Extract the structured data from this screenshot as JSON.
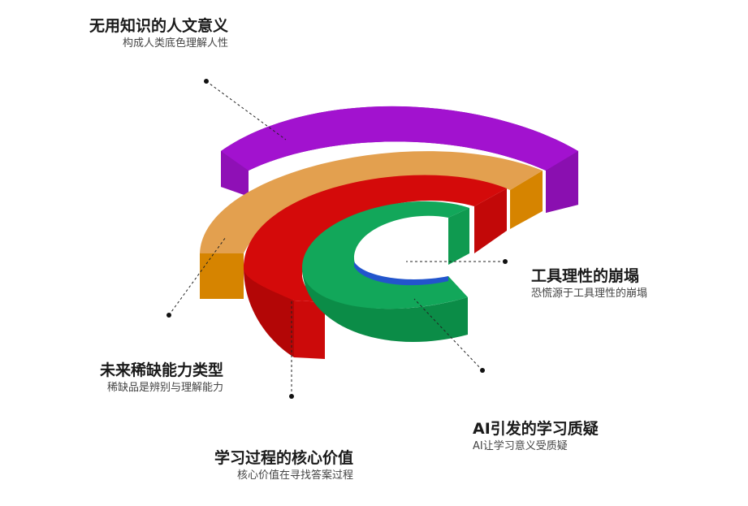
{
  "layers": [
    {
      "key": "purple",
      "title": "无用知识的人文意义",
      "subtitle": "构成人类底色理解人性",
      "color": "#a212cf",
      "side_color": "#7b0c9e"
    },
    {
      "key": "orange",
      "title": "未来稀缺能力类型",
      "subtitle": "稀缺品是辨别与理解能力",
      "color": "#e3a04f",
      "side_color": "#d68400"
    },
    {
      "key": "red",
      "title": "学习过程的核心价值",
      "subtitle": "核心价值在寻找答案过程",
      "color": "#d40a0a",
      "side_color": "#b30606"
    },
    {
      "key": "green",
      "title": "AI引发的学习质疑",
      "subtitle": "AI让学习意义受质疑",
      "color": "#12a75a",
      "side_color": "#0b8c47"
    },
    {
      "key": "blue",
      "title": "工具理性的崩塌",
      "subtitle": "恐慌源于工具理性的崩塌",
      "color": "#2255cc",
      "side_color": "#1a3f9a"
    }
  ]
}
